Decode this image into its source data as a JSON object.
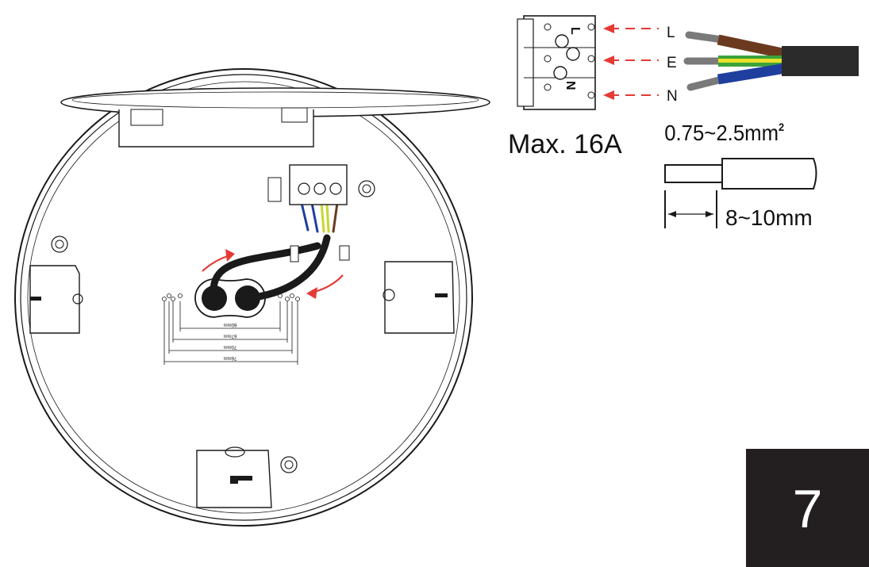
{
  "terminal_block": {
    "labels": [
      "L",
      "E",
      "N"
    ],
    "max_current": "Max. 16A"
  },
  "cable": {
    "wire_colors": {
      "live": "#6b3a1e",
      "earth_green": "#3aa33a",
      "earth_yellow": "#e8e02a",
      "neutral": "#1f3f9f",
      "jacket": "#2b2b2b",
      "insulation": "#7a7a7a"
    }
  },
  "wire_spec": {
    "cross_section": "0.75~2.5mm",
    "cross_section_sup": "2",
    "strip_length": "8~10mm"
  },
  "base_dimensions": [
    "60mm",
    "67mm",
    "70mm",
    "76mm"
  ],
  "arrow_color": "#e53935",
  "step": {
    "number": "7",
    "background": "#231f20"
  }
}
